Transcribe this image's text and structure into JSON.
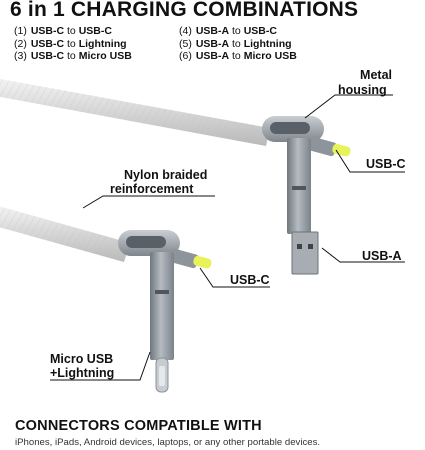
{
  "title": "6 in 1 CHARGING COMBINATIONS",
  "combinations": [
    {
      "num": "(1)",
      "from": "USB-C",
      "to": "USB-C"
    },
    {
      "num": "(2)",
      "from": "USB-C",
      "to": "Lightning"
    },
    {
      "num": "(3)",
      "from": "USB-C",
      "to": "Micro USB"
    },
    {
      "num": "(4)",
      "from": "USB-A",
      "to": "USB-C"
    },
    {
      "num": "(5)",
      "from": "USB-A",
      "to": "Lightning"
    },
    {
      "num": "(6)",
      "from": "USB-A",
      "to": "Micro USB"
    }
  ],
  "connector_word": "to",
  "labels": {
    "metal_housing_1": "Metal",
    "metal_housing_2": "housing",
    "usb_c_top": "USB-C",
    "nylon_1": "Nylon braided",
    "nylon_2": "reinforcement",
    "usb_a": "USB-A",
    "usb_c_bottom": "USB-C",
    "micro_1": "Micro USB",
    "micro_2": "+Lightning"
  },
  "footer": {
    "title": "CONNECTORS COMPATIBLE WITH",
    "text": "iPhones, iPads, Android devices, laptops, or any other portable devices."
  },
  "colors": {
    "accent_tip": "#e8f25a",
    "metal": "#9aa1a8",
    "cable": "#e4e4e4"
  }
}
